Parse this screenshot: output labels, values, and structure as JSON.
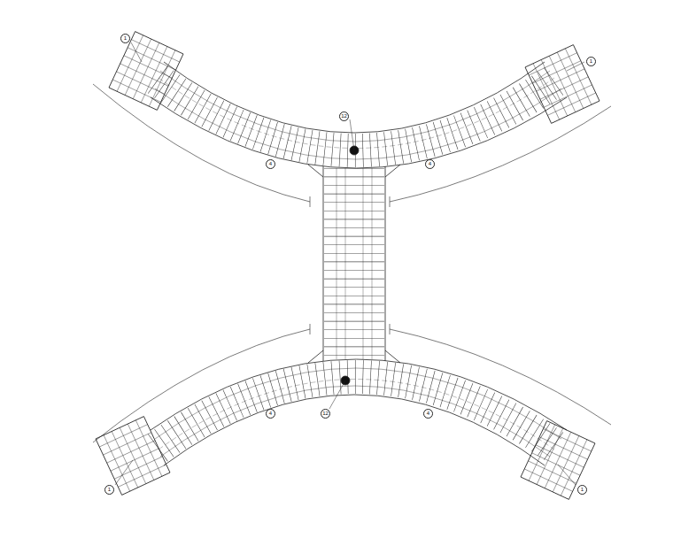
{
  "diagram": {
    "labels": [
      "12",
      "12",
      "1",
      "1",
      "1",
      "1",
      "4",
      "4",
      "4",
      "4"
    ]
  }
}
